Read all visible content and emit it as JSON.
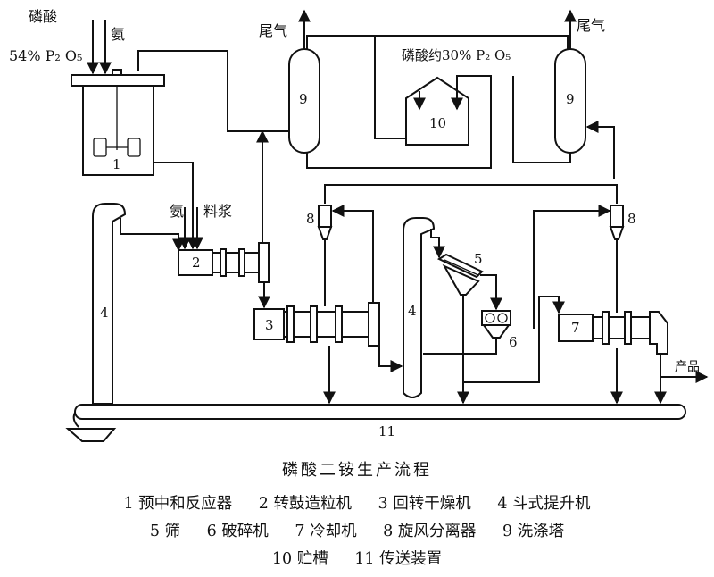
{
  "feeds": {
    "phosphoric_acid": "磷酸",
    "ammonia": "氨",
    "p2o5_54": "54% P₂ O₅",
    "tail_gas_left": "尾气",
    "tail_gas_right": "尾气",
    "p2o5_30": "磷酸约30% P₂ O₅",
    "ammonia_2": "氨",
    "slurry": "料浆",
    "product": "产品"
  },
  "equipment_numbers": {
    "reactor": "1",
    "granulator": "2",
    "dryer": "3",
    "elevator_left": "4",
    "elevator_mid": "4",
    "screen": "5",
    "crusher": "6",
    "cooler": "7",
    "cyclone_left": "8",
    "cyclone_right": "8",
    "scrubber_left": "9",
    "scrubber_right": "9",
    "tank": "10",
    "conveyor": "11"
  },
  "caption": {
    "title": "磷酸二铵生产流程",
    "legend_lines": [
      [
        "1 预中和反应器",
        "2 转鼓造粒机",
        "3 回转干燥机",
        "4 斗式提升机"
      ],
      [
        "5 筛",
        "6 破碎机",
        "7 冷却机",
        "8 旋风分离器",
        "9 洗涤塔"
      ],
      [
        "10 贮槽",
        "11 传送装置"
      ]
    ]
  }
}
